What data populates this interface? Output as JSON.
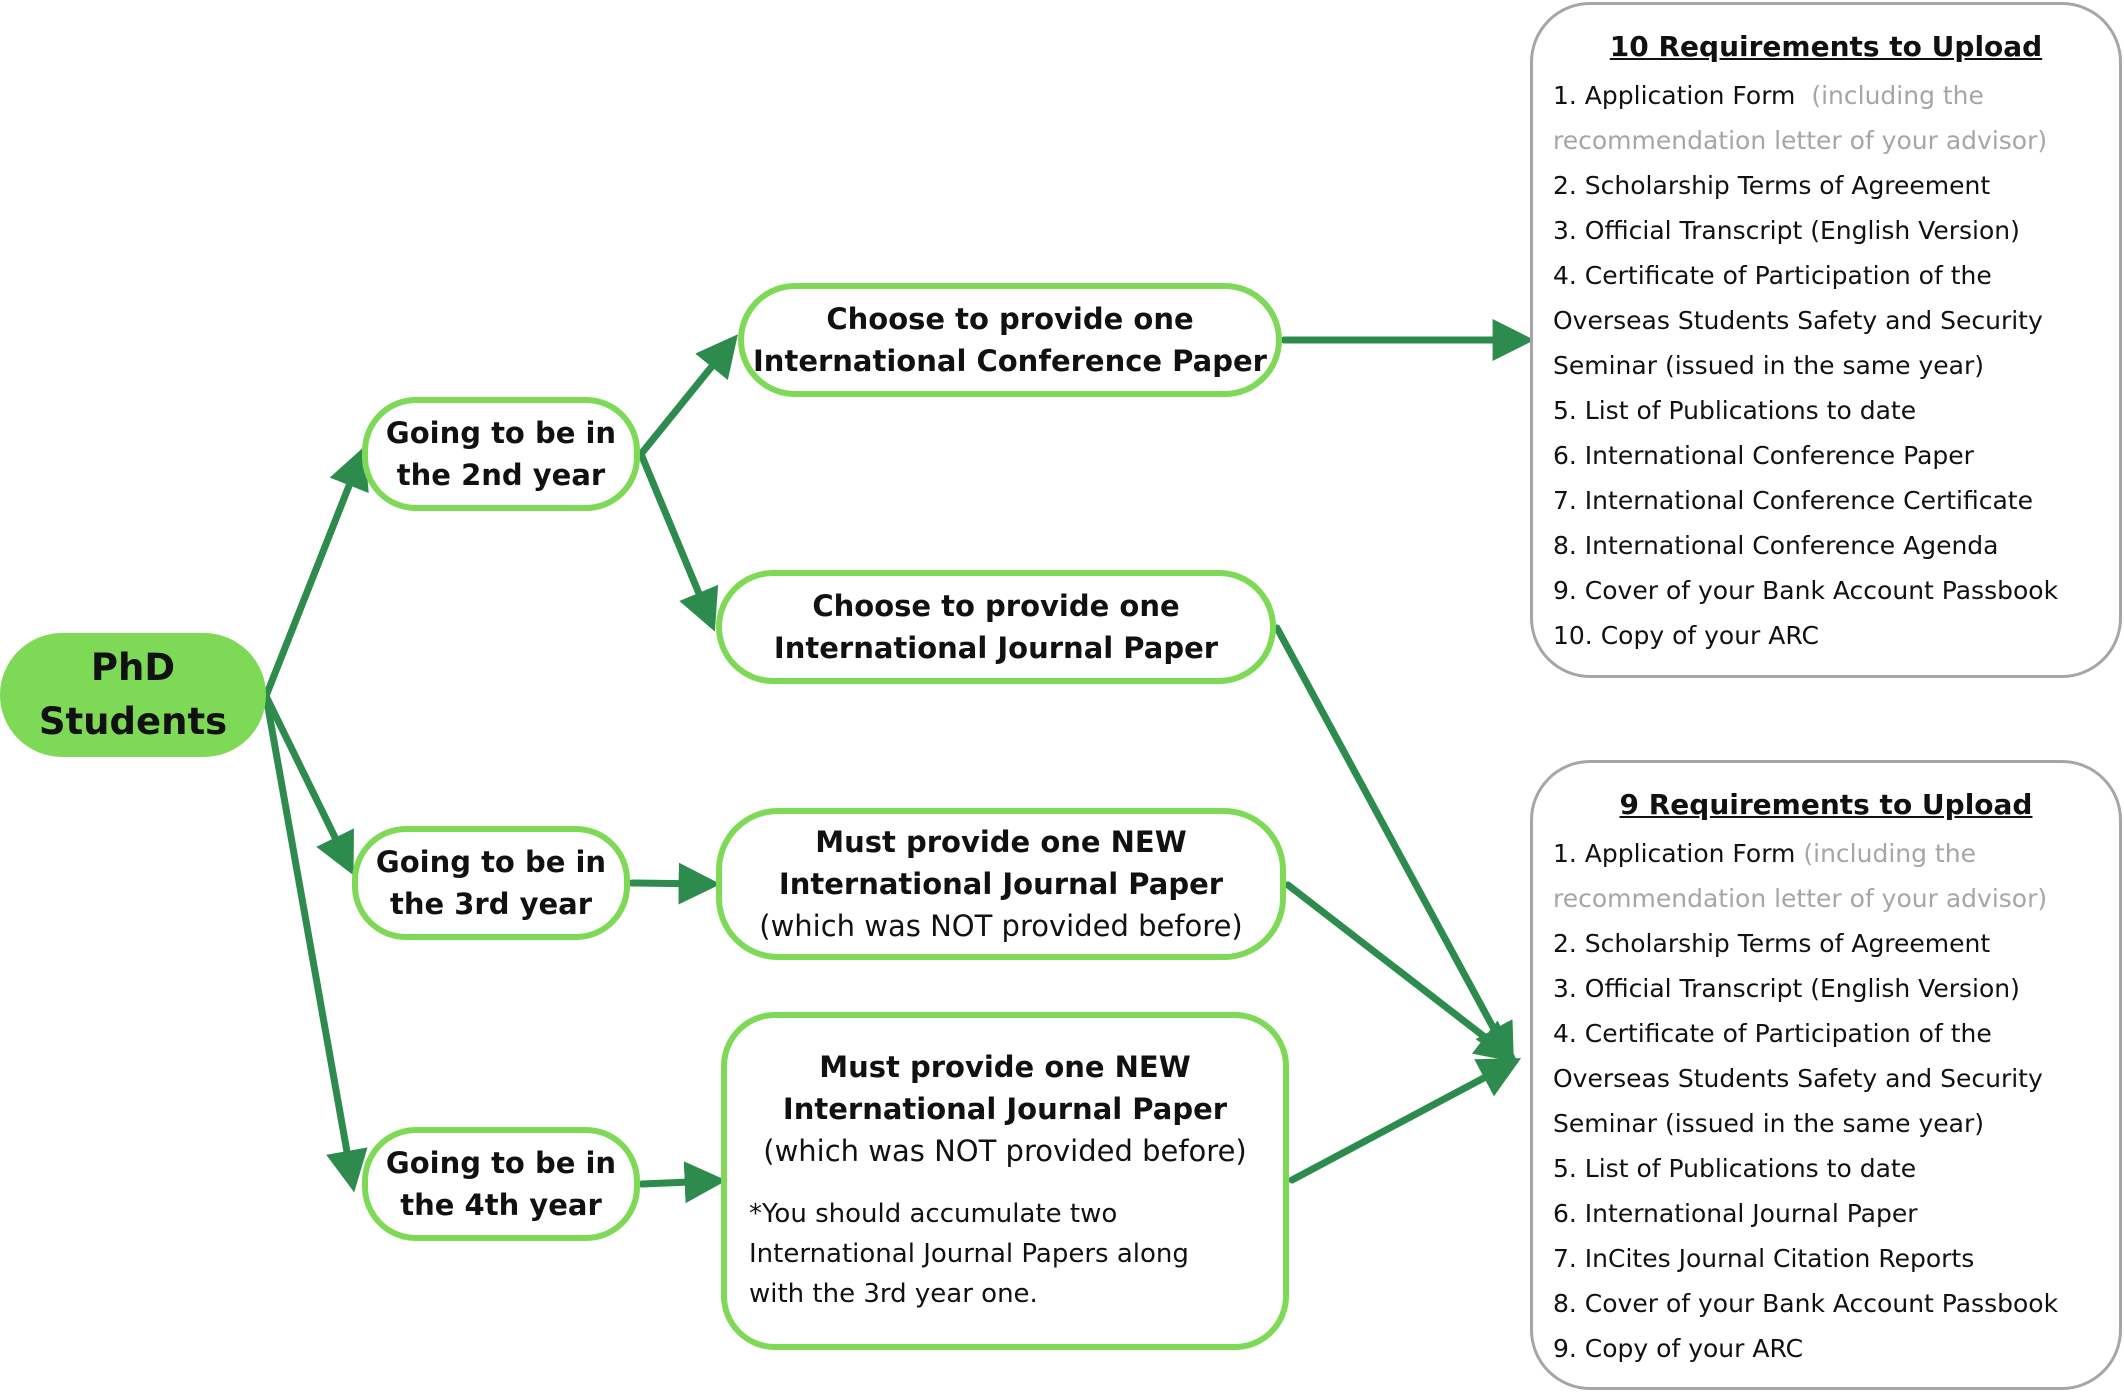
{
  "root": {
    "lines": [
      "PhD",
      "Students"
    ]
  },
  "years": [
    {
      "lines": [
        "Going to be in",
        "the 2nd year"
      ]
    },
    {
      "lines": [
        "Going to be in",
        "the 3rd year"
      ]
    },
    {
      "lines": [
        "Going to be in",
        "the 4th year"
      ]
    }
  ],
  "options": {
    "conference": {
      "lines": [
        "Choose to provide one",
        "International Conference Paper"
      ]
    },
    "journal": {
      "lines": [
        "Choose to provide one",
        "International Journal Paper"
      ]
    },
    "third_year": {
      "lines": [
        "Must provide one NEW",
        "International Journal Paper"
      ],
      "note": "(which was NOT provided before)"
    },
    "fourth_year": {
      "lines": [
        "Must provide one NEW",
        "International Journal Paper"
      ],
      "note": "(which was NOT provided before)",
      "remark": [
        "*You should accumulate two",
        "International Journal Papers along",
        "with the 3rd year one."
      ]
    }
  },
  "requirements_10": {
    "title": "10 Requirements to Upload",
    "items": [
      "1. Application Form",
      "2. Scholarship Terms of Agreement",
      "3. Official Transcript (English Version)",
      "4. Certificate of Participation of the",
      "Overseas Students Safety and Security",
      "Seminar (issued in the same year)",
      "5.  List of Publications to date",
      "6.  International Conference Paper",
      "7.  International Conference Certificate",
      "8.  International Conference Agenda",
      "9.  Cover of your Bank Account Passbook",
      "10. Copy of your ARC"
    ],
    "form_note_1": "(including the",
    "form_note_2": "recommendation letter of your advisor)"
  },
  "requirements_9": {
    "title": "9 Requirements to Upload",
    "items": [
      "1. Application Form",
      "2. Scholarship Terms of Agreement",
      "3. Official Transcript (English Version)",
      "4. Certificate of Participation of the",
      "Overseas Students Safety and Security",
      "Seminar (issued in the same year)",
      "5.  List of Publications to date",
      "6.  International Journal Paper",
      "7.  InCites Journal Citation Reports",
      "8.  Cover of your Bank Account Passbook",
      "9.  Copy of your ARC"
    ],
    "form_note_1": "(including the",
    "form_note_2": "recommendation letter of your advisor)"
  },
  "colors": {
    "node_border": "#7ed957",
    "root_fill": "#7ed957",
    "arrow": "#2e8b4e",
    "req_border": "#a6a6a6",
    "muted_text": "#a6a6a6"
  }
}
